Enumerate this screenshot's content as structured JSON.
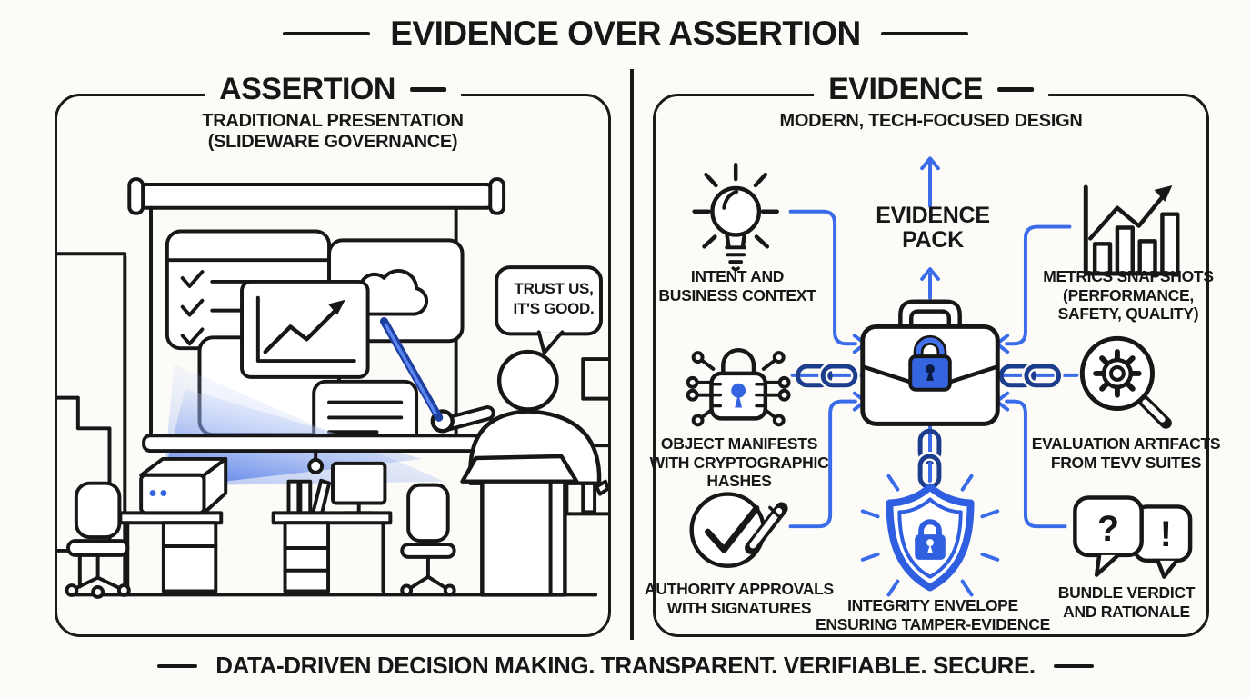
{
  "page": {
    "title": "EVIDENCE OVER ASSERTION",
    "footer": "DATA-DRIVEN DECISION MAKING. TRANSPARENT. VERIFIABLE. SECURE."
  },
  "colors": {
    "accent_blue": "#3a6be8",
    "chain_navy": "#1c3d8c",
    "lock_blue": "#3564e0",
    "ink": "#171717",
    "background": "#fcfbf8"
  },
  "left_panel": {
    "title": "ASSERTION",
    "subtitle": "TRADITIONAL PRESENTATION\n(SLIDEWARE GOVERNANCE)",
    "speech_bubble": "TRUST US,\nIT'S GOOD.",
    "scene_icons": [
      "projection-screen-icon",
      "checklist-card-icon",
      "growth-chart-card-icon",
      "cloud-card-icon",
      "projector-beam-icon",
      "presenter-at-podium-icon",
      "office-desks-icon"
    ]
  },
  "right_panel": {
    "title": "EVIDENCE",
    "subtitle": "MODERN, TECH-FOCUSED DESIGN",
    "center_label": "EVIDENCE\nPACK",
    "center_icon": "briefcase-lock-icon",
    "nodes": [
      {
        "id": "intent",
        "icon": "lightbulb-icon",
        "label": "INTENT AND\nBUSINESS CONTEXT"
      },
      {
        "id": "manifests",
        "icon": "circuit-lock-icon",
        "label": "OBJECT MANIFESTS\nWITH CRYPTOGRAPHIC\nHASHES"
      },
      {
        "id": "approvals",
        "icon": "check-pen-icon",
        "label": "AUTHORITY APPROVALS\nWITH SIGNATURES"
      },
      {
        "id": "metrics",
        "icon": "bar-chart-icon",
        "label": "METRICS SNAPSHOTS\n(PERFORMANCE,\nSAFETY, QUALITY)"
      },
      {
        "id": "evaluation",
        "icon": "gear-magnifier-icon",
        "label": "EVALUATION ARTIFACTS\nFROM TEVV SUITES"
      },
      {
        "id": "verdict",
        "icon": "chat-bubbles-icon",
        "label": "BUNDLE VERDICT\nAND RATIONALE"
      },
      {
        "id": "integrity",
        "icon": "shield-lock-icon",
        "label": "INTEGRITY ENVELOPE\nENSURING TAMPER-EVIDENCE"
      }
    ],
    "glyphs": {
      "question": "?",
      "exclamation": "!"
    }
  }
}
